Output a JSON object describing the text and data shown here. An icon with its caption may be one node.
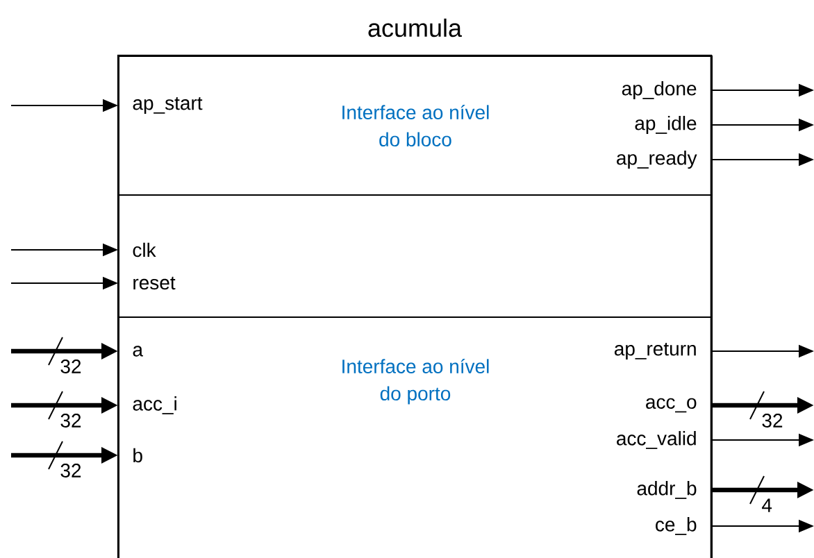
{
  "diagram": {
    "nodes": [
      {
        "text": [
          "acumula"
        ]
      },
      {
        "text": [
          "Interface ao nível do bloco"
        ],
        "in": 0
      },
      {
        "text": [
          "ap_start"
        ],
        "in": 1
      },
      {
        "text": [
          "ap_done"
        ],
        "in": 1
      },
      {
        "text": [
          "ap_idle"
        ],
        "in": 1
      },
      {
        "text": [
          "ap_ready"
        ],
        "in": 1
      },
      {
        "text": [],
        "shape": "box",
        "in": 0
      },
      {
        "text": [
          "clk"
        ],
        "in": 6
      },
      {
        "text": [
          "reset"
        ],
        "in": 6
      },
      {
        "text": [
          "Interface ao nível do porto"
        ],
        "in": 0
      },
      {
        "text": [
          "a"
        ],
        "in": 9
      },
      {
        "text": [
          "acc_i"
        ],
        "in": 9
      },
      {
        "text": [
          "b"
        ],
        "in": 9
      },
      {
        "text": [
          "ap_return"
        ],
        "in": 9
      },
      {
        "text": [
          "acc_o"
        ],
        "in": 9
      },
      {
        "text": [
          "acc_valid"
        ],
        "in": 9
      },
      {
        "text": [
          "addr_b"
        ],
        "in": 9
      },
      {
        "text": [
          "ce_b"
        ],
        "in": 9
      }
    ],
    "edges": [
      {
        "from": null,
        "to": 2,
        "arrow": "to"
      },
      {
        "from": 3,
        "to": null,
        "arrow": "to"
      },
      {
        "from": 4,
        "to": null,
        "arrow": "to"
      },
      {
        "from": 5,
        "to": null,
        "arrow": "to"
      },
      {
        "from": null,
        "to": 7,
        "arrow": "to"
      },
      {
        "from": null,
        "to": 8,
        "arrow": "to"
      },
      {
        "from": null,
        "to": 10,
        "arrow": "to",
        "style": "thick",
        "label": "32"
      },
      {
        "from": null,
        "to": 11,
        "arrow": "to",
        "style": "thick",
        "label": "32"
      },
      {
        "from": null,
        "to": 12,
        "arrow": "to",
        "style": "thick",
        "label": "32"
      },
      {
        "from": 13,
        "to": null,
        "arrow": "to"
      },
      {
        "from": 14,
        "to": null,
        "arrow": "to",
        "style": "thick",
        "label": "32"
      },
      {
        "from": 15,
        "to": null,
        "arrow": "to"
      },
      {
        "from": 16,
        "to": null,
        "arrow": "to",
        "style": "thick",
        "label": "4"
      },
      {
        "from": 17,
        "to": null,
        "arrow": "to"
      }
    ]
  }
}
